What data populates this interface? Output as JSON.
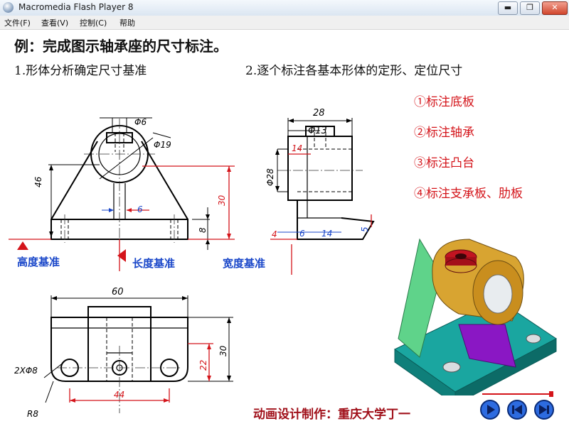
{
  "window": {
    "title": "Macromedia Flash Player 8",
    "minimize": "▬",
    "restore": "❐",
    "close": "✕"
  },
  "menu": [
    "文件(F)",
    "查看(V)",
    "控制(C)",
    "帮助"
  ],
  "heading": "例：完成图示轴承座的尺寸标注。",
  "step1": "1.形体分析确定尺寸基准",
  "step2": "2.逐个标注各基本形体的定形、定位尺寸",
  "tasks": [
    "①标注底板",
    "②标注轴承",
    "③标注凸台",
    "④标注支承板、肋板"
  ],
  "datums": {
    "height": "高度基准",
    "length": "长度基准",
    "width": "宽度基准"
  },
  "dims": {
    "front_phi6": "Φ6",
    "front_phi19": "Φ19",
    "front_46": "46",
    "front_30": "30",
    "front_6": "6",
    "front_8": "8",
    "side_28": "28",
    "side_phi13": "Φ13",
    "side_14a": "14",
    "side_phi28": "Φ28",
    "side_4": "4",
    "side_6": "6",
    "side_14b": "14",
    "side_5": "5",
    "top_60": "60",
    "top_2xphi8": "2XΦ8",
    "top_r8": "R8",
    "top_22": "22",
    "top_30": "30",
    "top_44": "44"
  },
  "credit": "动画设计制作：重庆大学丁一",
  "playback": {
    "progress": 0.97
  },
  "colors": {
    "annotation_red": "#d4141a",
    "datum_blue": "#1a47c9",
    "credit": "#a0101a"
  },
  "icons": [
    "play-icon",
    "rewind-icon",
    "next-icon"
  ]
}
